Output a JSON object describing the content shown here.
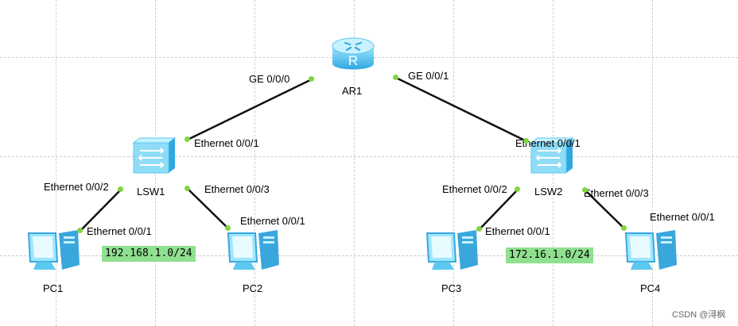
{
  "router": {
    "name": "AR1",
    "port_left": "GE 0/0/0",
    "port_right": "GE 0/0/1"
  },
  "switches": [
    {
      "name": "LSW1",
      "uplink": "Ethernet 0/0/1",
      "port_left": "Ethernet 0/0/2",
      "port_right": "Ethernet 0/0/3"
    },
    {
      "name": "LSW2",
      "uplink": "Ethernet 0/0/1",
      "port_left": "Ethernet 0/0/2",
      "port_right": "Ethernet 0/0/3"
    }
  ],
  "pcs": [
    {
      "name": "PC1",
      "port": "Ethernet 0/0/1"
    },
    {
      "name": "PC2",
      "port": "Ethernet 0/0/1"
    },
    {
      "name": "PC3",
      "port": "Ethernet 0/0/1"
    },
    {
      "name": "PC4",
      "port": "Ethernet 0/0/1"
    }
  ],
  "networks": [
    "192.168.1.0/24",
    "172.16.1.0/24"
  ],
  "watermark": "CSDN @浔枫",
  "colors": {
    "link": "#111111",
    "port": "#7fd63f",
    "network_bg": "#8fe08f",
    "device": "#5cc8f0"
  }
}
